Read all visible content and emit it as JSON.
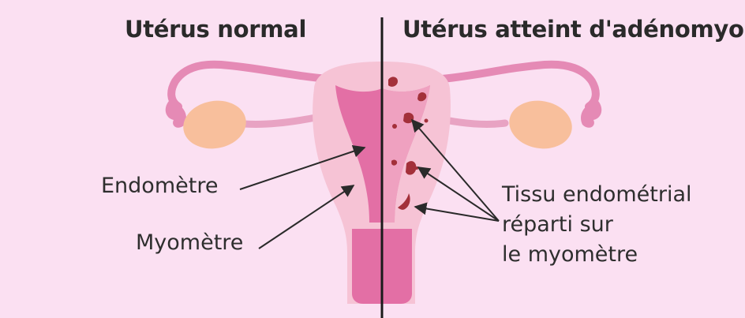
{
  "titles": {
    "normal": "Utérus normal",
    "adenomyosis": "Utérus atteint d'adénomyose"
  },
  "labels": {
    "endometre": "Endomètre",
    "myometre": "Myomètre",
    "tissu_line1": "Tissu endométrial",
    "tissu_line2": "réparti sur",
    "tissu_line3": "le myomètre"
  },
  "colors": {
    "background": "#fbe0f2",
    "myometrium": "#f6c3d5",
    "endometrium": "#e36fa5",
    "ovary": "#f8bf9c",
    "lesion": "#a3303a",
    "divider": "#1a1a1a"
  }
}
